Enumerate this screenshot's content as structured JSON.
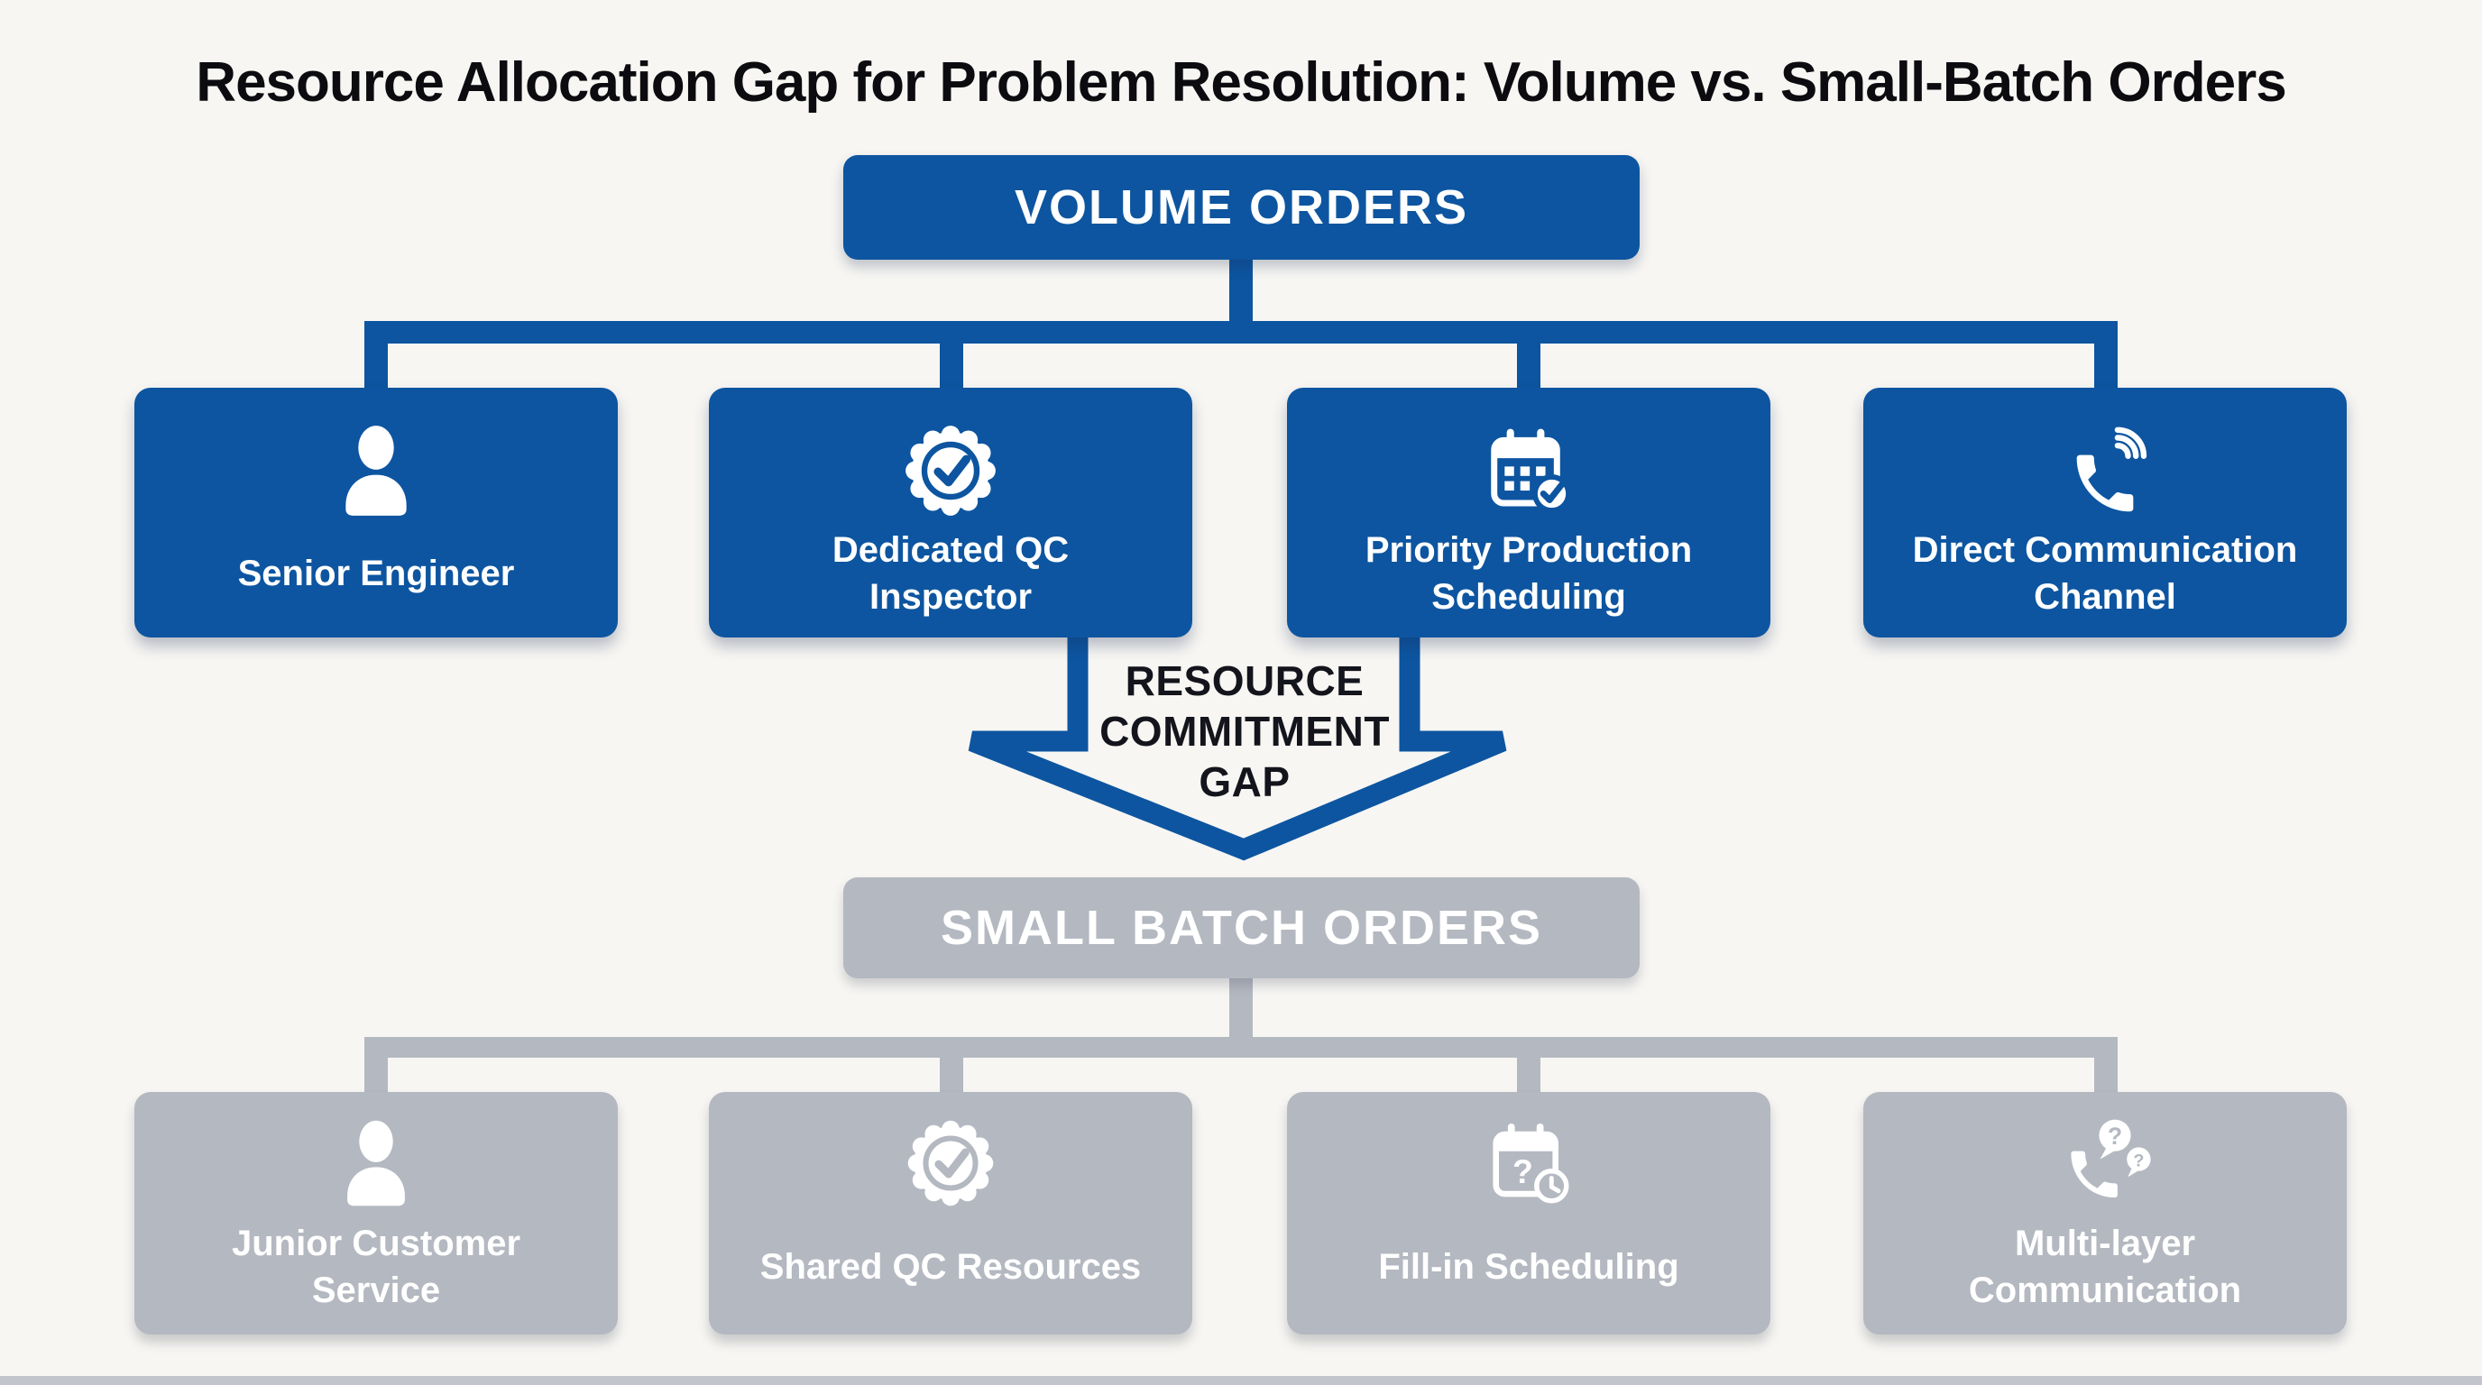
{
  "title": "Resource Allocation Gap for Problem Resolution: Volume vs. Small-Batch Orders",
  "colors": {
    "blue": "#0d55a0",
    "gray": "#b4b8c0",
    "background": "#f7f6f3",
    "title-color": "#0c0c10",
    "gap-text": "#14141c",
    "strip": "#c2c5cb",
    "white": "#ffffff"
  },
  "volume": {
    "header": "VOLUME ORDERS",
    "items": [
      {
        "icon": "person-icon",
        "label": "Senior Engineer"
      },
      {
        "icon": "qc-badge-check-icon",
        "label": "Dedicated QC\nInspector"
      },
      {
        "icon": "calendar-check-icon",
        "label": "Priority Production\nScheduling"
      },
      {
        "icon": "phone-waves-icon",
        "label": "Direct Communication\nChannel"
      }
    ]
  },
  "gap": {
    "label": "RESOURCE\nCOMMITMENT\nGAP"
  },
  "small_batch": {
    "header": "SMALL BATCH ORDERS",
    "items": [
      {
        "icon": "person-icon",
        "label": "Junior Customer\nService"
      },
      {
        "icon": "qc-badge-check-icon",
        "label": "Shared QC Resources"
      },
      {
        "icon": "calendar-question-clock-icon",
        "label": "Fill-in Scheduling"
      },
      {
        "icon": "phone-question-bubbles-icon",
        "label": "Multi-layer\nCommunication"
      }
    ]
  }
}
